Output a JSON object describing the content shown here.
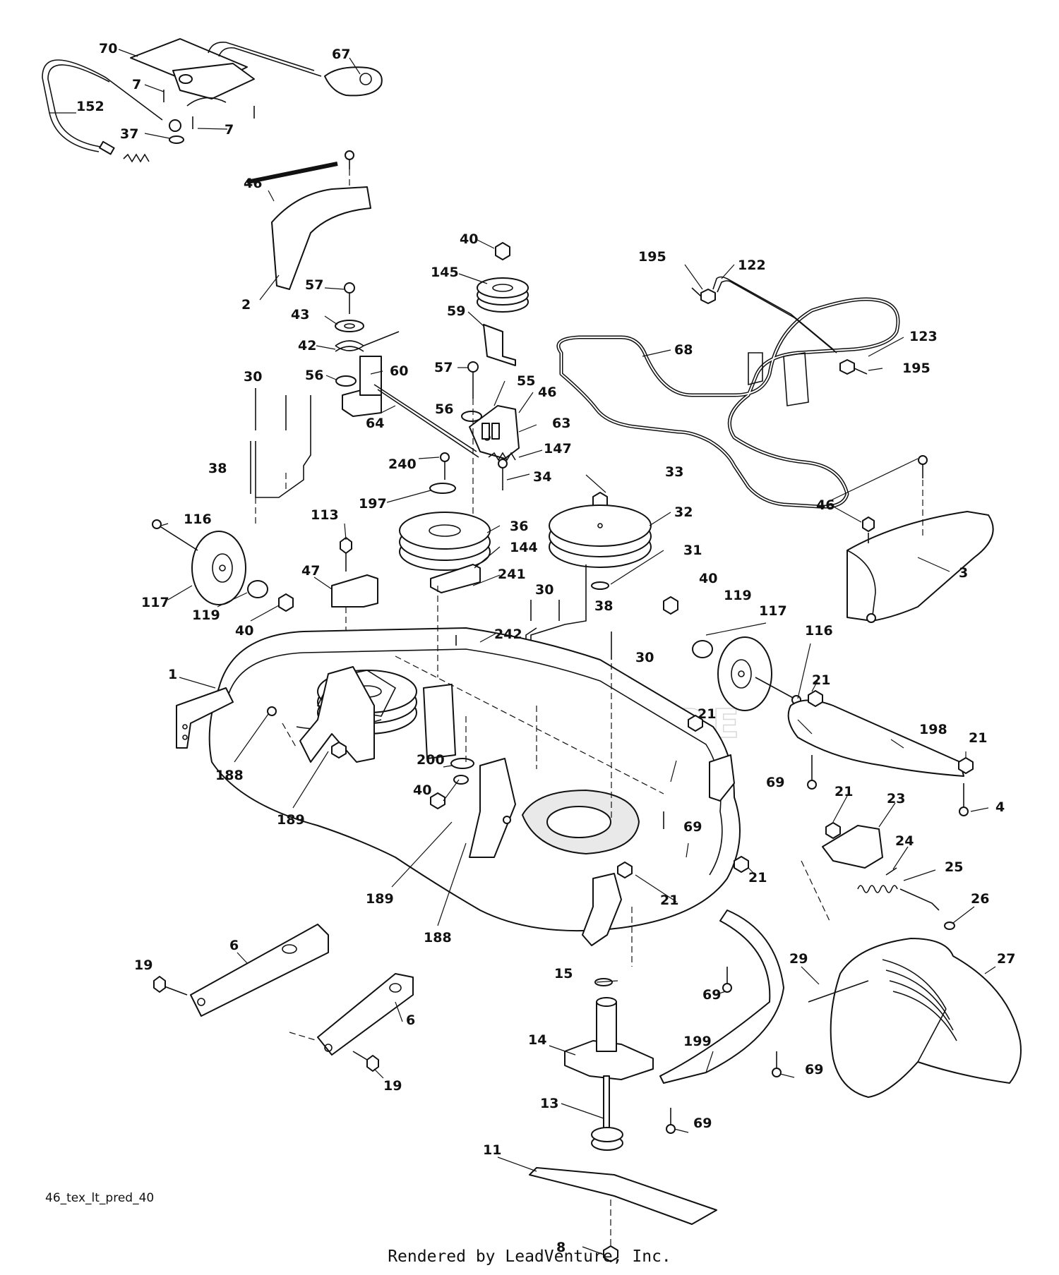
{
  "diagram": {
    "code": "46_tex_lt_pred_40",
    "credit": "Rendered by LeadVenture, Inc.",
    "watermark": "LEADVENTURE",
    "callouts": {
      "70": "70",
      "67": "67",
      "7": "7",
      "152": "152",
      "37": "37",
      "46": "46",
      "2": "2",
      "57": "57",
      "43": "43",
      "42": "42",
      "56": "56",
      "60": "60",
      "64": "64",
      "30": "30",
      "38": "38",
      "40": "40",
      "145": "145",
      "59": "59",
      "55": "55",
      "63": "63",
      "147": "147",
      "240": "240",
      "34": "34",
      "197": "197",
      "36": "36",
      "144": "144",
      "241": "241",
      "242": "242",
      "33": "33",
      "32": "32",
      "31": "31",
      "195": "195",
      "122": "122",
      "123": "123",
      "68": "68",
      "3": "3",
      "116": "116",
      "117": "117",
      "119": "119",
      "113": "113",
      "47": "47",
      "1": "1",
      "188": "188",
      "189": "189",
      "200": "200",
      "21": "21",
      "198": "198",
      "69": "69",
      "4": "4",
      "23": "23",
      "24": "24",
      "25": "25",
      "26": "26",
      "27": "27",
      "29": "29",
      "199": "199",
      "15": "15",
      "14": "14",
      "13": "13",
      "11": "11",
      "8": "8",
      "6": "6",
      "19": "19"
    }
  }
}
